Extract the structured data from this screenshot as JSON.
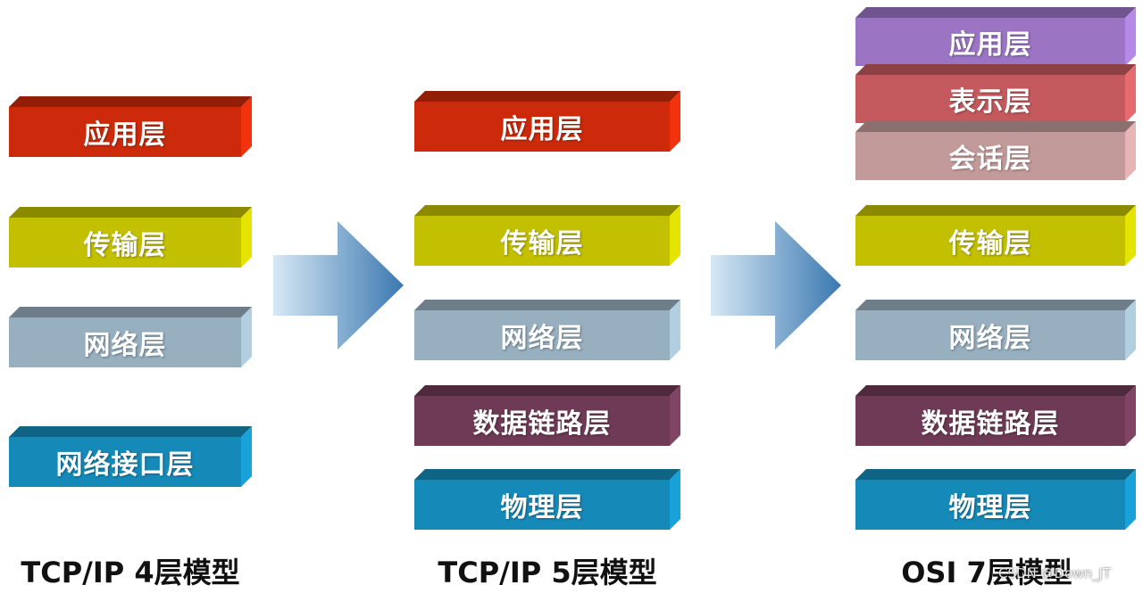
{
  "models": [
    {
      "caption": "TCP/IP 4层模型",
      "layers": [
        {
          "label": "应用层",
          "color": "#cc2a0a"
        },
        {
          "label": "传输层",
          "color": "#c2c000"
        },
        {
          "label": "网络层",
          "color": "#97afbf"
        },
        {
          "label": "网络接口层",
          "color": "#1589b8"
        }
      ]
    },
    {
      "caption": "TCP/IP 5层模型",
      "layers": [
        {
          "label": "应用层",
          "color": "#cc2a0a"
        },
        {
          "label": "传输层",
          "color": "#c2c000"
        },
        {
          "label": "网络层",
          "color": "#97afbf"
        },
        {
          "label": "数据链路层",
          "color": "#6e3a55"
        },
        {
          "label": "物理层",
          "color": "#1589b8"
        }
      ]
    },
    {
      "caption": "OSI 7层模型",
      "layers": [
        {
          "label": "应用层",
          "color": "#9b74c4"
        },
        {
          "label": "表示层",
          "color": "#c45a5e"
        },
        {
          "label": "会话层",
          "color": "#c39a9a"
        },
        {
          "label": "传输层",
          "color": "#c2c000"
        },
        {
          "label": "网络层",
          "color": "#97afbf"
        },
        {
          "label": "数据链路层",
          "color": "#6e3a55"
        },
        {
          "label": "物理层",
          "color": "#1589b8"
        }
      ]
    }
  ],
  "watermark": "CSDN @Down_JT",
  "arrow_colors": {
    "light": "#d6e8f5",
    "dark": "#3b78b0"
  }
}
